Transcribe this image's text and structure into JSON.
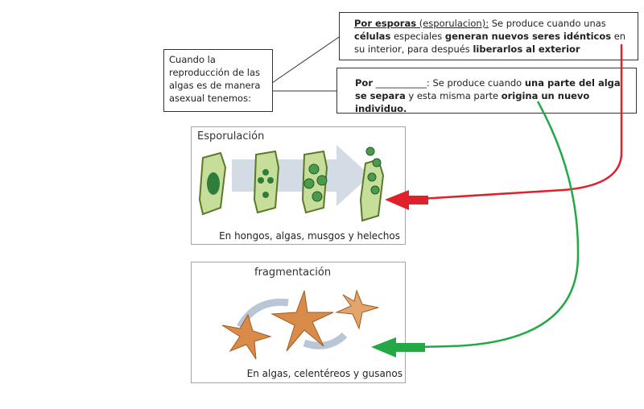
{
  "intro_box": {
    "text": "Cuando la reproducción de las algas es de manera asexual tenemos:"
  },
  "esporas_box": {
    "heading": "Por esporas",
    "heading_paren": " (esporulacion):",
    "t1": " Se produce cuando unas ",
    "b1": "células",
    "t2": " especiales ",
    "b2": "generan nuevos seres idénticos",
    "t3": " en su interior, para después ",
    "b3": "liberarlos al exterior"
  },
  "fragment_box": {
    "heading": "Por",
    "blank": "___________",
    "t1": ": Se produce cuando ",
    "b1": "una parte del alga se separa",
    "t2": " y esta misma parte ",
    "b2": "origina un nuevo individuo."
  },
  "panel_esporulacion": {
    "title": "Esporulación",
    "caption": "En hongos, algas, musgos y helechos"
  },
  "panel_fragmentacion": {
    "title": "fragmentación",
    "caption": "En algas, celentéreos y gusanos"
  },
  "colors": {
    "red_arrow": "#e0202a",
    "green_arrow": "#22a845"
  }
}
